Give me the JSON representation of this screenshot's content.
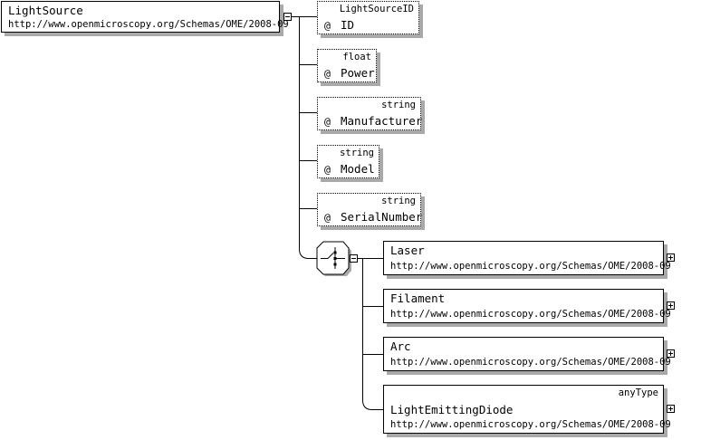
{
  "root": {
    "name": "LightSource",
    "namespace": "http://www.openmicroscopy.org/Schemas/OME/2008-09"
  },
  "attributes": [
    {
      "marker": "@",
      "name": "ID",
      "type": "LightSourceID"
    },
    {
      "marker": "@",
      "name": "Power",
      "type": "float"
    },
    {
      "marker": "@",
      "name": "Manufacturer",
      "type": "string"
    },
    {
      "marker": "@",
      "name": "Model",
      "type": "string"
    },
    {
      "marker": "@",
      "name": "SerialNumber",
      "type": "string"
    }
  ],
  "choice_elements": [
    {
      "name": "Laser",
      "namespace": "http://www.openmicroscopy.org/Schemas/OME/2008-09",
      "type": ""
    },
    {
      "name": "Filament",
      "namespace": "http://www.openmicroscopy.org/Schemas/OME/2008-09",
      "type": ""
    },
    {
      "name": "Arc",
      "namespace": "http://www.openmicroscopy.org/Schemas/OME/2008-09",
      "type": ""
    },
    {
      "name": "LightEmittingDiode",
      "namespace": "http://www.openmicroscopy.org/Schemas/OME/2008-09",
      "type": "anyType"
    }
  ]
}
